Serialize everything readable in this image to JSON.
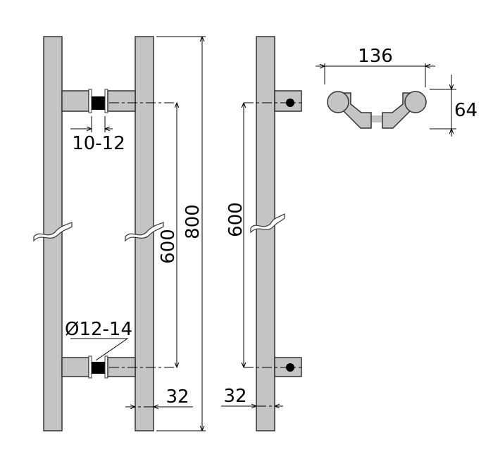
{
  "dimensions": {
    "gap": "10-12",
    "diameter": "Ø12-14",
    "total_length": "800",
    "mount_spacing": "600",
    "mount_spacing_side": "600",
    "bar_width_front": "32",
    "bar_width_side": "32",
    "plan_width": "136",
    "plan_depth": "64"
  },
  "colors": {
    "metal": "#c4c4c4",
    "outline": "#333333",
    "spacer": "#000000"
  }
}
